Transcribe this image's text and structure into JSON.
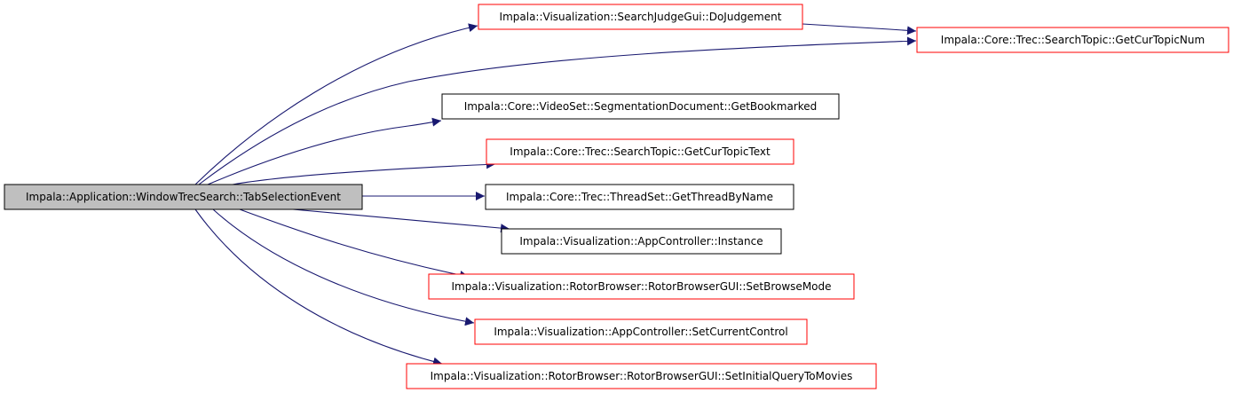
{
  "colors": {
    "edge": "#191970",
    "root_fill": "#bfbfbf",
    "root_border": "#000000",
    "expandable_border": "#ff0000",
    "leaf_border": "#000000",
    "node_fill": "#ffffff"
  },
  "root": {
    "label": "Impala::Application::WindowTrecSearch::TabSelectionEvent"
  },
  "nodes": [
    {
      "id": "dojudgement",
      "label": "Impala::Visualization::SearchJudgeGui::DoJudgement",
      "style": "expandable"
    },
    {
      "id": "getcurtopicnum",
      "label": "Impala::Core::Trec::SearchTopic::GetCurTopicNum",
      "style": "expandable"
    },
    {
      "id": "getbookmarked",
      "label": "Impala::Core::VideoSet::SegmentationDocument::GetBookmarked",
      "style": "leaf"
    },
    {
      "id": "getcurtopictext",
      "label": "Impala::Core::Trec::SearchTopic::GetCurTopicText",
      "style": "expandable"
    },
    {
      "id": "getthreadbyname",
      "label": "Impala::Core::Trec::ThreadSet::GetThreadByName",
      "style": "leaf"
    },
    {
      "id": "instance",
      "label": "Impala::Visualization::AppController::Instance",
      "style": "leaf"
    },
    {
      "id": "setbrowsemode",
      "label": "Impala::Visualization::RotorBrowser::RotorBrowserGUI::SetBrowseMode",
      "style": "expandable"
    },
    {
      "id": "setcurrentcontrol",
      "label": "Impala::Visualization::AppController::SetCurrentControl",
      "style": "expandable"
    },
    {
      "id": "setinitialquerytomovies",
      "label": "Impala::Visualization::RotorBrowser::RotorBrowserGUI::SetInitialQueryToMovies",
      "style": "expandable"
    }
  ],
  "edges": [
    {
      "from": "root",
      "to": "dojudgement"
    },
    {
      "from": "root",
      "to": "getcurtopicnum"
    },
    {
      "from": "dojudgement",
      "to": "getcurtopicnum"
    },
    {
      "from": "root",
      "to": "getbookmarked"
    },
    {
      "from": "root",
      "to": "getcurtopictext"
    },
    {
      "from": "root",
      "to": "getthreadbyname"
    },
    {
      "from": "root",
      "to": "instance"
    },
    {
      "from": "root",
      "to": "setbrowsemode"
    },
    {
      "from": "root",
      "to": "setcurrentcontrol"
    },
    {
      "from": "root",
      "to": "setinitialquerytomovies"
    }
  ]
}
